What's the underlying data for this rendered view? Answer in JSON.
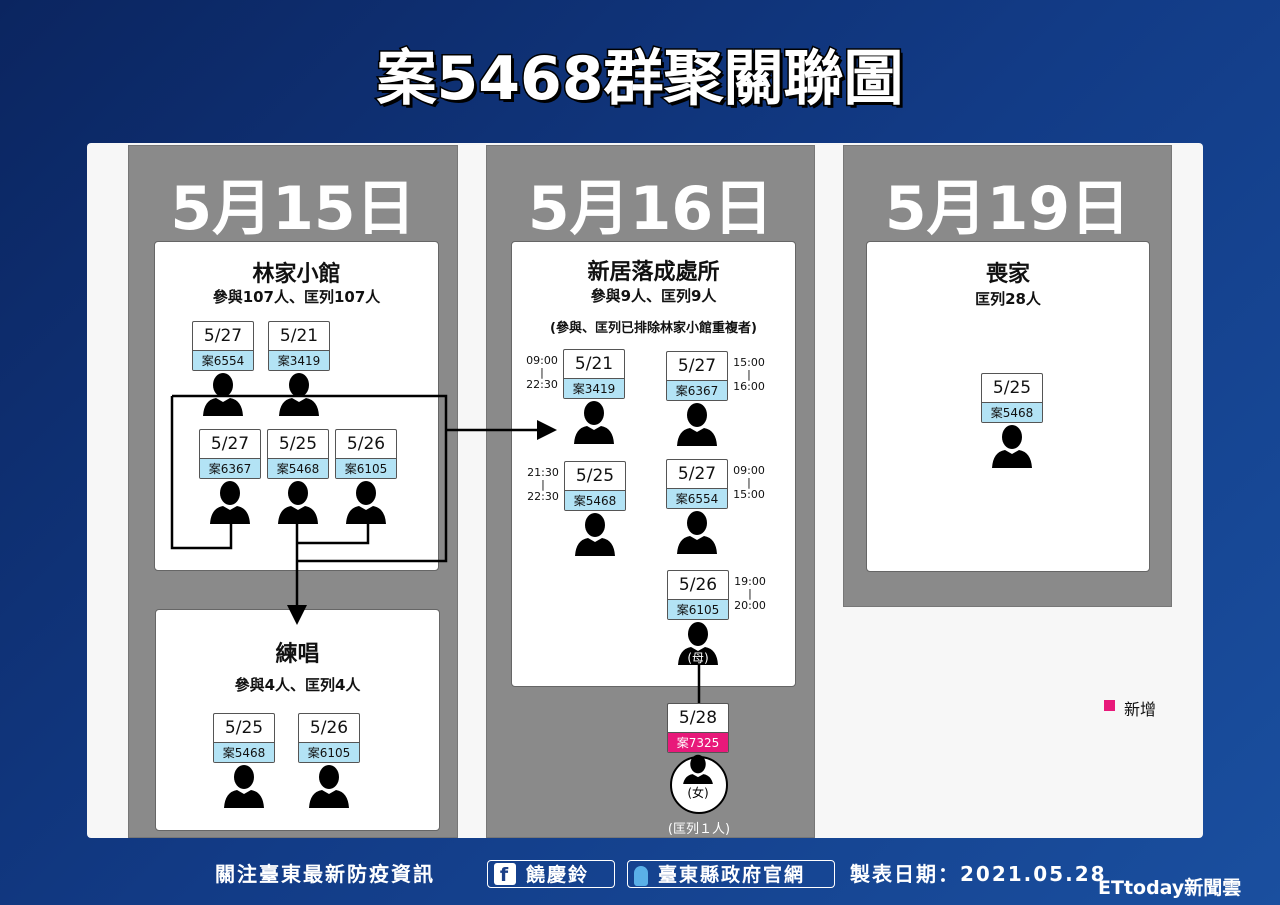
{
  "title": "案5468群聚關聯圖",
  "columns": [
    {
      "date": "5月15日"
    },
    {
      "date": "5月16日"
    },
    {
      "date": "5月19日"
    }
  ],
  "venues": {
    "linjia": {
      "name": "林家小館",
      "stats": "參與107人、匡列107人"
    },
    "singing": {
      "name": "練唱",
      "stats": "參與4人、匡列4人"
    },
    "housewarming": {
      "name": "新居落成處所",
      "stats": "參與9人、匡列9人",
      "note": "(參與、匡列已排除林家小館重複者)"
    },
    "funeral": {
      "name": "喪家",
      "stats": "匡列28人"
    }
  },
  "cases": [
    {
      "date": "5/27",
      "case": "案6554"
    },
    {
      "date": "5/21",
      "case": "案3419"
    },
    {
      "date": "5/27",
      "case": "案6367"
    },
    {
      "date": "5/25",
      "case": "案5468"
    },
    {
      "date": "5/26",
      "case": "案6105"
    },
    {
      "date": "5/25",
      "case": "案5468"
    },
    {
      "date": "5/26",
      "case": "案6105"
    },
    {
      "date": "5/21",
      "case": "案3419",
      "start": "09:00",
      "end": "22:30"
    },
    {
      "date": "5/27",
      "case": "案6367",
      "start": "15:00",
      "end": "16:00"
    },
    {
      "date": "5/25",
      "case": "案5468",
      "start": "21:30",
      "end": "22:30"
    },
    {
      "date": "5/27",
      "case": "案6554",
      "start": "09:00",
      "end": "15:00"
    },
    {
      "date": "5/26",
      "case": "案6105",
      "start": "19:00",
      "end": "20:00",
      "tag": "(母)"
    },
    {
      "date": "5/28",
      "case": "案7325",
      "new": true,
      "tag": "(女)"
    },
    {
      "date": "5/25",
      "case": "案5468"
    }
  ],
  "quarantine_note": "(匡列１人)",
  "legend": {
    "label": "新增",
    "color": "#e8197a"
  },
  "footer": {
    "follow": "關注臺東最新防疫資訊",
    "facebook": "饒慶鈴",
    "gov": "臺東縣政府官網",
    "date": "製表日期：2021.05.28",
    "brand": "ETtoday新聞雲"
  }
}
